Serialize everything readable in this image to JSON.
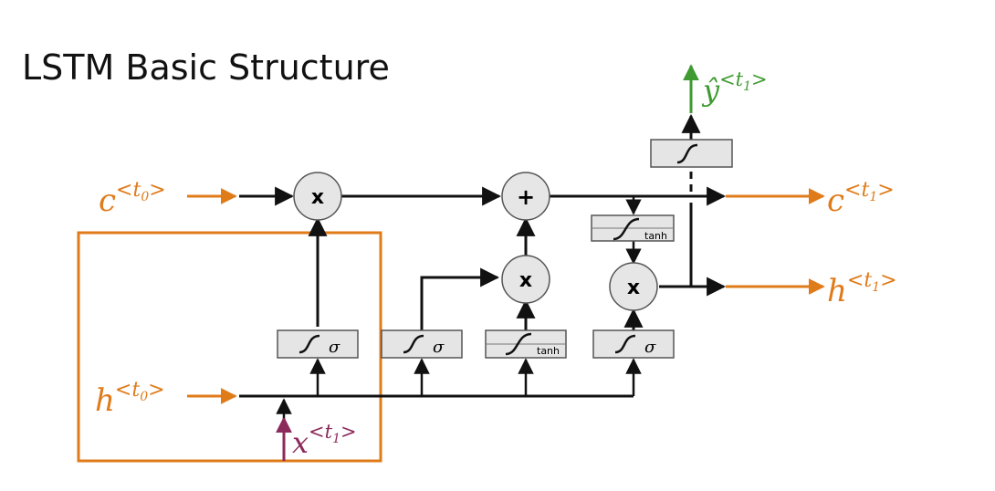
{
  "title": "LSTM Basic Structure",
  "colors": {
    "input_output": "#e07b1a",
    "x_input": "#8b2a5b",
    "y_output": "#3f9a32",
    "line": "#111111",
    "gate_fill": "#e5e5e5",
    "op_fill": "#e6e6e6"
  },
  "labels": {
    "c_in": {
      "base": "c",
      "sup": "<t",
      "sub": "0",
      "close": ">"
    },
    "h_in": {
      "base": "h",
      "sup": "<t",
      "sub": "0",
      "close": ">"
    },
    "x_in": {
      "base": "x",
      "sup": "<t",
      "sub": "1",
      "close": ">"
    },
    "c_out": {
      "base": "c",
      "sup": "<t",
      "sub": "1",
      "close": ">"
    },
    "h_out": {
      "base": "h",
      "sup": "<t",
      "sub": "1",
      "close": ">"
    },
    "y_out": {
      "base": "ŷ",
      "sup": "<t",
      "sub": "1",
      "close": ">"
    }
  },
  "operators": {
    "forget_multiply": "x",
    "cell_add": "+",
    "input_multiply": "x",
    "output_multiply": "x"
  },
  "gates": {
    "forget_gate": "σ",
    "input_gate": "σ",
    "candidate_gate": "tanh",
    "output_gate": "σ",
    "cell_tanh": "tanh"
  }
}
